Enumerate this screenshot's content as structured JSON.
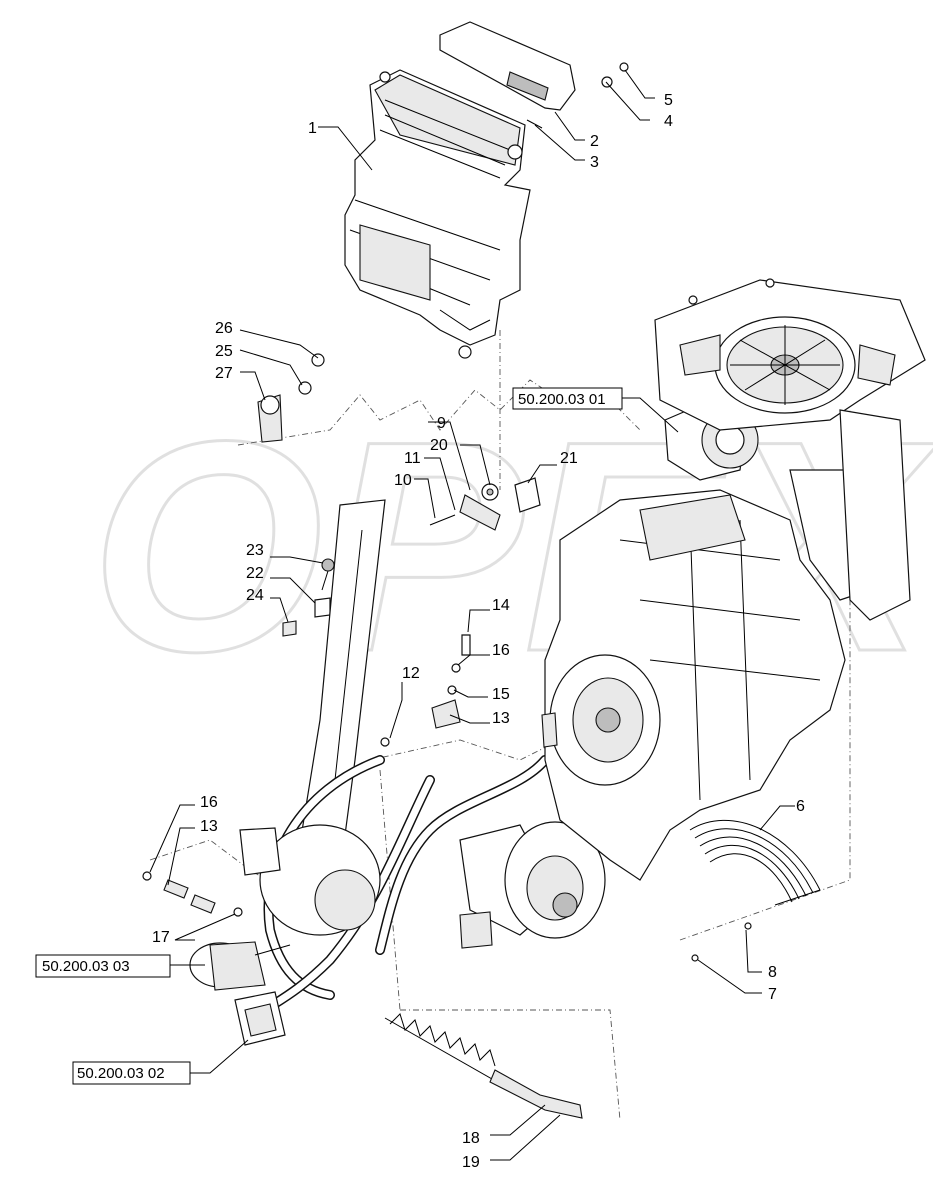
{
  "watermark": "OPEX",
  "callouts": [
    "1",
    "2",
    "3",
    "4",
    "5",
    "6",
    "7",
    "8",
    "9",
    "10",
    "11",
    "12",
    "13",
    "13",
    "14",
    "15",
    "16",
    "16",
    "17",
    "18",
    "19",
    "20",
    "21",
    "22",
    "23",
    "24",
    "25",
    "26",
    "27"
  ],
  "refs": {
    "r1": "50.200.03 01",
    "r2": "50.200.03 03",
    "r3": "50.200.03 02"
  }
}
